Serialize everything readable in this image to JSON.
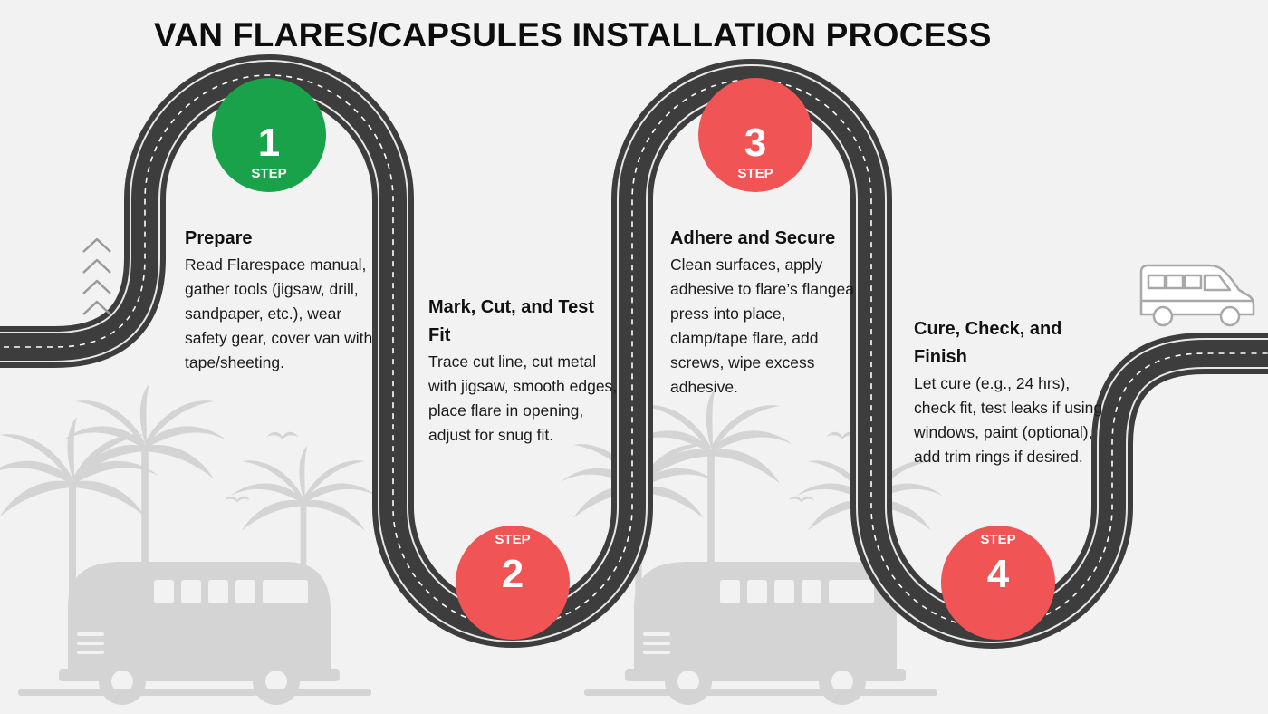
{
  "title": "VAN FLARES/CAPSULES INSTALLATION PROCESS",
  "colors": {
    "road": "#3d3d3d",
    "road_edge": "#e8e8e8",
    "road_dash": "#ffffff",
    "step_green": "#1aa24a",
    "step_red": "#f05454",
    "decor": "#d4d4d4",
    "background": "#f2f2f2"
  },
  "steps": [
    {
      "number": "1",
      "label": "STEP",
      "color": "green",
      "heading": "Prepare",
      "body": "Read Flarespace manual, gather tools (jigsaw, drill, sandpaper, etc.), wear safety gear, cover van with tape/sheeting."
    },
    {
      "number": "2",
      "label": "STEP",
      "color": "red",
      "heading": "Mark, Cut, and Test Fit",
      "body": "Trace cut line, cut metal with jigsaw, smooth edges, place flare in opening, adjust for snug fit."
    },
    {
      "number": "3",
      "label": "STEP",
      "color": "red",
      "heading": "Adhere and Secure",
      "body": "Clean surfaces, apply adhesive to flare’s flangea press into place, clamp/tape flare, add screws, wipe excess adhesive."
    },
    {
      "number": "4",
      "label": "STEP",
      "color": "red",
      "heading": "Cure, Check, and Finish",
      "body": "Let cure (e.g., 24 hrs), check fit, test leaks if using windows, paint (optional), add trim rings if desired."
    }
  ],
  "icons": {
    "direction": "chevron-up-icon",
    "vehicle": "van-outline-icon",
    "decor_bus": "retro-bus-icon",
    "decor_tree": "palm-tree-icon",
    "decor_bird": "bird-icon"
  }
}
